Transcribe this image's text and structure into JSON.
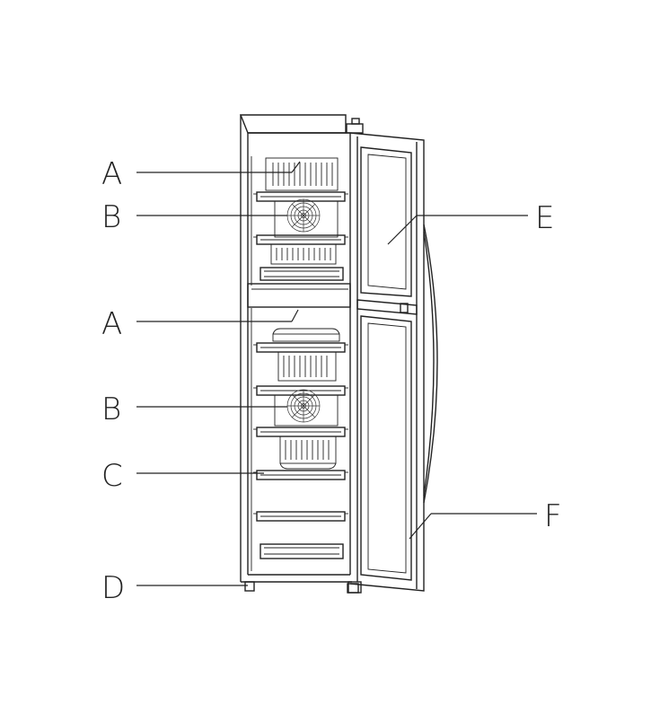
{
  "labels": {
    "a_upper": "A",
    "b_upper": "B",
    "a_lower": "A",
    "b_lower": "B",
    "c": "C",
    "d": "D",
    "e": "E",
    "f": "F"
  }
}
